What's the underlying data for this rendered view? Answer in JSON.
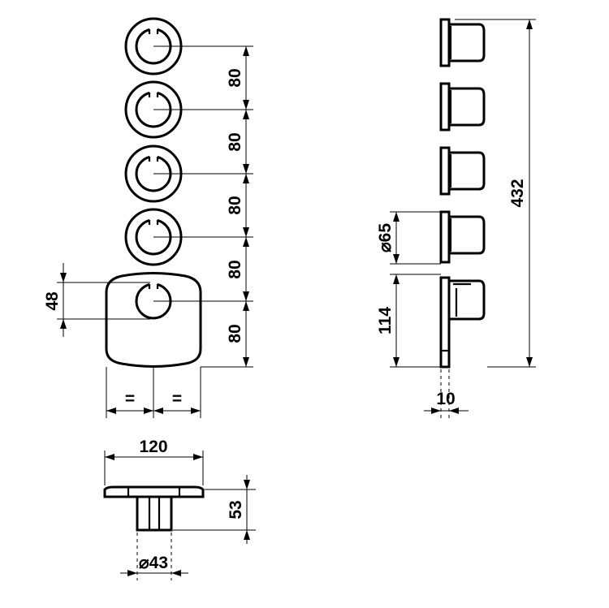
{
  "labels": {
    "spacing_1": "80",
    "spacing_2": "80",
    "spacing_3": "80",
    "spacing_4": "80",
    "spacing_5": "80",
    "plate_handle_height": "48",
    "equal_left": "=",
    "equal_right": "=",
    "total_height": "432",
    "handle_diameter": "65",
    "diameter_symbol": "⌀",
    "plate_height": "114",
    "depth": "10",
    "plate_width": "120",
    "projection": "53",
    "spindle_diameter": "43"
  }
}
